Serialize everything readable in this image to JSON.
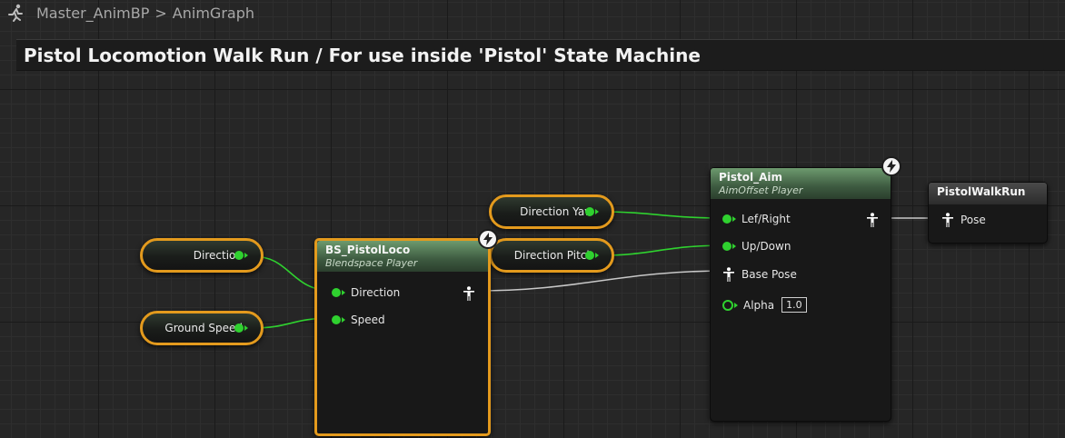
{
  "breadcrumb": {
    "asset": "Master_AnimBP",
    "graph": "AnimGraph",
    "separator": ">"
  },
  "comment": {
    "text": "Pistol Locomotion Walk Run / For use inside 'Pistol' State Machine"
  },
  "variables": {
    "direction": "Direction",
    "ground_speed": "Ground Speed",
    "direction_yaw": "Direction Yaw",
    "direction_pitch": "Direction Pitch"
  },
  "blendspace": {
    "title": "BS_PistolLoco",
    "subtitle": "Blendspace Player",
    "pins": {
      "direction": "Direction",
      "speed": "Speed"
    }
  },
  "aimoffset": {
    "title": "Pistol_Aim",
    "subtitle": "AimOffset Player",
    "pins": {
      "left_right": "Lef/Right",
      "up_down": "Up/Down",
      "base_pose": "Base Pose",
      "alpha": "Alpha"
    },
    "alpha_value": "1.0"
  },
  "output": {
    "title": "PistolWalkRun",
    "pin": "Pose"
  },
  "colors": {
    "selection": "#e39a1d",
    "float_pin": "#2fd12f",
    "pose_wire": "#c8c8c8",
    "node_header": "#4f7451"
  },
  "icons": {
    "breadcrumb": "running-man-icon",
    "fast_path": "lightning-bolt-icon",
    "pose": "pose-person-icon"
  }
}
